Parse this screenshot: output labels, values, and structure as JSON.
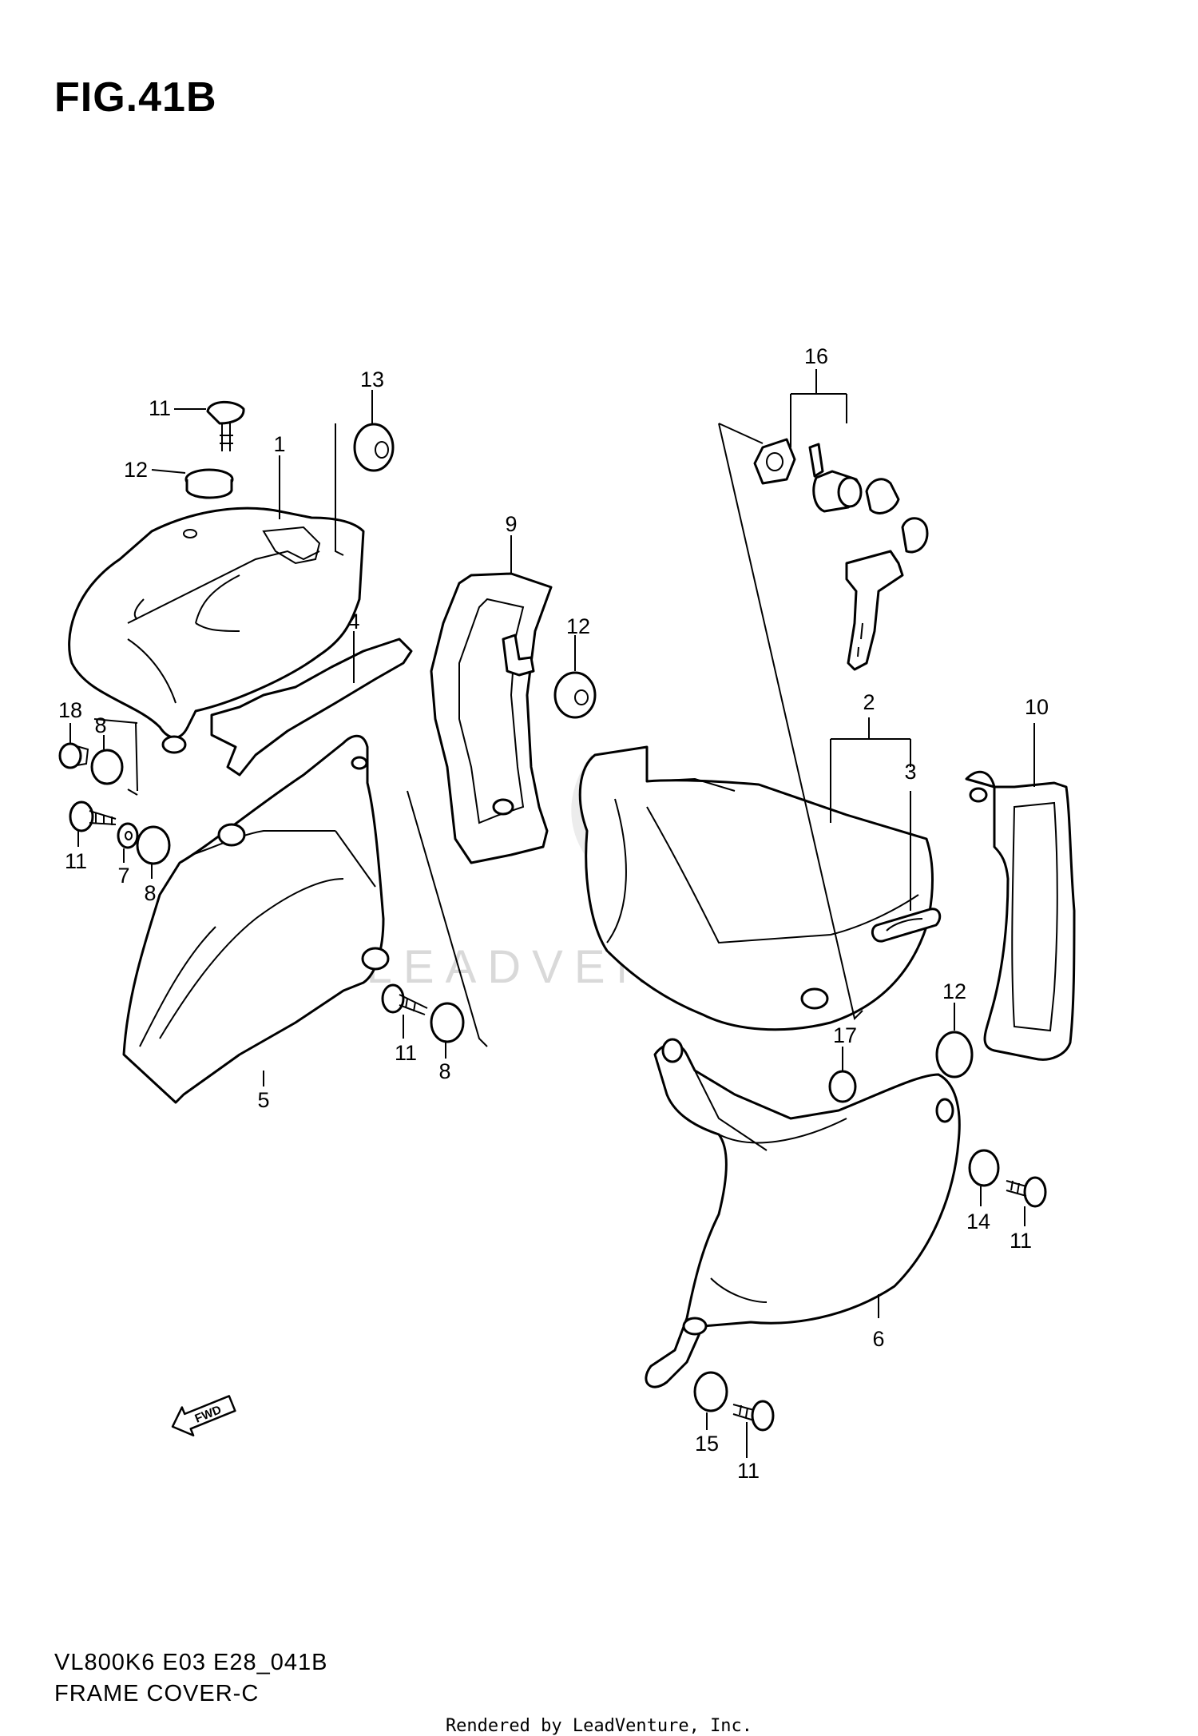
{
  "figure": {
    "title": "FIG.41B",
    "model_code": "VL800K6 E03 E28_041B",
    "name": "FRAME COVER-C",
    "rendered_by": "Rendered by LeadVenture, Inc.",
    "watermark": "LEADVENTURE",
    "fwd_label": "FWD"
  },
  "callouts": [
    "1",
    "2",
    "3",
    "4",
    "5",
    "6",
    "7",
    "8",
    "8",
    "8",
    "9",
    "10",
    "11",
    "11",
    "11",
    "11",
    "11",
    "12",
    "12",
    "12",
    "13",
    "14",
    "15",
    "16",
    "17",
    "18"
  ],
  "colors": {
    "line": "#000000",
    "background": "#ffffff",
    "watermark": "#d9d9d9"
  }
}
